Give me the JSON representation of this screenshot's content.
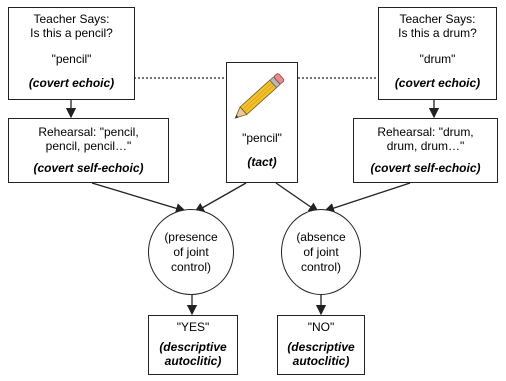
{
  "left_teacher": {
    "line1": "Teacher Says:",
    "line2": "Is this a pencil?",
    "quote": "\"pencil\"",
    "label": "(covert echoic)"
  },
  "right_teacher": {
    "line1": "Teacher Says:",
    "line2": "Is this a drum?",
    "quote": "\"drum\"",
    "label": "(covert echoic)"
  },
  "left_rehearsal": {
    "line1": "Rehearsal:  \"pencil,",
    "line2": "pencil, pencil…\"",
    "label": "(covert self-echoic)"
  },
  "right_rehearsal": {
    "line1": "Rehearsal:  \"drum,",
    "line2": "drum, drum…\"",
    "label": "(covert self-echoic)"
  },
  "tact_box": {
    "icon": "pencil-icon",
    "quote": "\"pencil\"",
    "label": "(tact)"
  },
  "left_ellipse": {
    "line1": "(presence",
    "line2": "of joint",
    "line3": "control)"
  },
  "right_ellipse": {
    "line1": "(absence",
    "line2": "of joint",
    "line3": "control)"
  },
  "yes_box": {
    "answer": "\"YES\"",
    "line1": "(descriptive",
    "line2": "autoclitic)"
  },
  "no_box": {
    "answer": "\"NO\"",
    "line1": "(descriptive",
    "line2": "autoclitic)"
  }
}
